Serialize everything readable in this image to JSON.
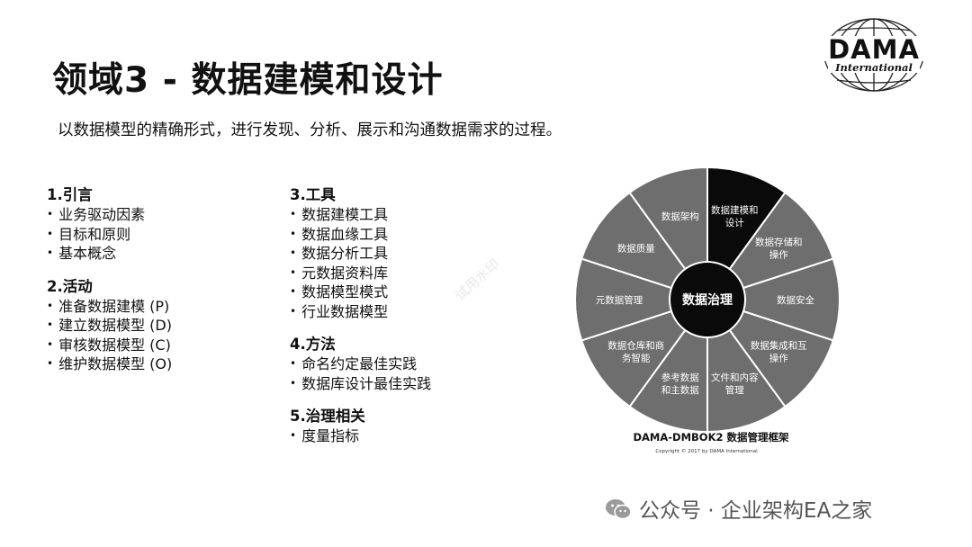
{
  "title": "领域3 - 数据建模和设计",
  "subtitle": "以数据模型的精确形式，进行发现、分析、展示和沟通数据需求的过程。",
  "sections": [
    {
      "heading": "1.引言",
      "items": [
        "业务驱动因素",
        "目标和原则",
        "基本概念"
      ]
    },
    {
      "heading": "2.活动",
      "items": [
        "准备数据建模 (P)",
        "建立数据模型 (D)",
        "审核数据模型 (C)",
        "维护数据模型 (O)"
      ]
    },
    {
      "heading": "3.工具",
      "items": [
        "数据建模工具",
        "数据血缘工具",
        "数据分析工具",
        "元数据资料库",
        "数据模型模式",
        "行业数据模型"
      ]
    },
    {
      "heading": "4.方法",
      "items": [
        "命名约定最佳实践",
        "数据库设计最佳实践"
      ]
    },
    {
      "heading": "5.治理相关",
      "items": [
        "度量指标"
      ]
    }
  ],
  "bullet": "•",
  "watermark": "试用水印",
  "logo": {
    "main": "DAMA",
    "sub": "International"
  },
  "wheel": {
    "center": "数据治理",
    "segments": [
      {
        "label": "数据建模和设计",
        "lines": [
          "数据建模和",
          "设计"
        ],
        "highlight": true
      },
      {
        "label": "数据存储和操作",
        "lines": [
          "数据存储和",
          "操作"
        ],
        "highlight": false
      },
      {
        "label": "数据安全",
        "lines": [
          "数据安全"
        ],
        "highlight": false
      },
      {
        "label": "数据集成和互操作",
        "lines": [
          "数据集成和互",
          "操作"
        ],
        "highlight": false
      },
      {
        "label": "文件和内容管理",
        "lines": [
          "文件和内容",
          "管理"
        ],
        "highlight": false
      },
      {
        "label": "参考数据和主数据",
        "lines": [
          "参考数据",
          "和主数据"
        ],
        "highlight": false
      },
      {
        "label": "数据仓库和商务智能",
        "lines": [
          "数据仓库和商",
          "务智能"
        ],
        "highlight": false
      },
      {
        "label": "元数据管理",
        "lines": [
          "元数据管理"
        ],
        "highlight": false
      },
      {
        "label": "数据质量",
        "lines": [
          "数据质量"
        ],
        "highlight": false
      },
      {
        "label": "数据架构",
        "lines": [
          "数据架构"
        ],
        "highlight": false
      }
    ],
    "colors": {
      "segment": "#6e6e6e",
      "highlight": "#0a0a0a",
      "center": "#0a0a0a",
      "divider": "#ffffff"
    }
  },
  "diagram_caption": "DAMA-DMBOK2 数据管理框架",
  "diagram_copyright": "Copyright © 2017 by DAMA International",
  "footer": "公众号 · 企业架构EA之家"
}
